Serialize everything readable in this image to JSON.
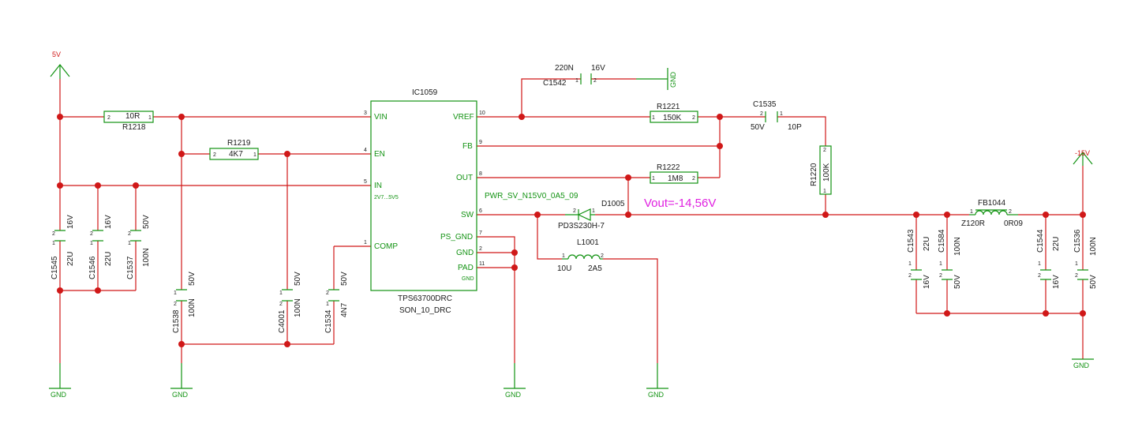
{
  "nets": {
    "vin": "5V",
    "vout_rail": "-15V",
    "gnd": "GND"
  },
  "ic": {
    "ref": "IC1059",
    "part": "TPS63700DRC",
    "package": "SON_10_DRC",
    "range": "2V7...5V5",
    "pins": {
      "vin": {
        "name": "VIN",
        "num": "3"
      },
      "en": {
        "name": "EN",
        "num": "4"
      },
      "in": {
        "name": "IN",
        "num": "5"
      },
      "comp": {
        "name": "COMP",
        "num": "1"
      },
      "vref": {
        "name": "VREF",
        "num": "10"
      },
      "fb": {
        "name": "FB",
        "num": "9"
      },
      "out": {
        "name": "OUT",
        "num": "8"
      },
      "sw": {
        "name": "SW",
        "num": "6"
      },
      "psgnd": {
        "name": "PS_GND",
        "num": "7"
      },
      "gnd": {
        "name": "GND",
        "num": "2"
      },
      "pad": {
        "name": "PAD",
        "num": "11",
        "sub": "GND"
      }
    }
  },
  "parts": {
    "r1218": {
      "ref": "R1218",
      "value": "10R",
      "p1": "1",
      "p2": "2"
    },
    "r1219": {
      "ref": "R1219",
      "value": "4K7",
      "p1": "1",
      "p2": "2"
    },
    "r1221": {
      "ref": "R1221",
      "value": "150K",
      "p1": "1",
      "p2": "2"
    },
    "r1222": {
      "ref": "R1222",
      "value": "1M8",
      "p1": "1",
      "p2": "2"
    },
    "r1220": {
      "ref": "R1220",
      "value": "100K",
      "p1": "1",
      "p2": "2"
    },
    "c1542": {
      "ref": "C1542",
      "value": "220N",
      "rating": "16V",
      "p1": "1",
      "p2": "2"
    },
    "c1535": {
      "ref": "C1535",
      "value": "10P",
      "rating": "50V",
      "p1": "1",
      "p2": "2"
    },
    "c1545": {
      "ref": "C1545",
      "value": "22U",
      "rating": "16V",
      "p1": "1",
      "p2": "2"
    },
    "c1546": {
      "ref": "C1546",
      "value": "22U",
      "rating": "16V",
      "p1": "1",
      "p2": "2"
    },
    "c1537": {
      "ref": "C1537",
      "value": "100N",
      "rating": "50V",
      "p1": "1",
      "p2": "2"
    },
    "c1538": {
      "ref": "C1538",
      "value": "100N",
      "rating": "50V",
      "p1": "1",
      "p2": "2"
    },
    "c4001": {
      "ref": "C4001",
      "value": "100N",
      "rating": "50V",
      "p1": "1",
      "p2": "2"
    },
    "c1534": {
      "ref": "C1534",
      "value": "4N7",
      "rating": "50V",
      "p1": "1",
      "p2": "2"
    },
    "c1543": {
      "ref": "C1543",
      "value": "22U",
      "rating": "16V",
      "p1": "1",
      "p2": "2"
    },
    "c1584": {
      "ref": "C1584",
      "value": "100N",
      "rating": "50V",
      "p1": "1",
      "p2": "2"
    },
    "c1544": {
      "ref": "C1544",
      "value": "22U",
      "rating": "16V",
      "p1": "1",
      "p2": "2"
    },
    "c1536": {
      "ref": "C1536",
      "value": "100N",
      "rating": "50V",
      "p1": "1",
      "p2": "2"
    },
    "d1005": {
      "ref": "D1005",
      "part": "PD3S230H-7",
      "net": "PWR_SV_N15V0_0A5_09",
      "p1": "1",
      "p2": "2"
    },
    "l1001": {
      "ref": "L1001",
      "value": "10U",
      "rating": "2A5",
      "p1": "1",
      "p2": "2"
    },
    "fb1044": {
      "ref": "FB1044",
      "value": "Z120R",
      "rating": "0R09",
      "p1": "1",
      "p2": "2"
    }
  },
  "annotation": "Vout=-14,56V",
  "colors": {
    "wire": "#d01818",
    "symbol": "#139313",
    "text": "#1a1a1a",
    "annotation": "#e020e0"
  }
}
